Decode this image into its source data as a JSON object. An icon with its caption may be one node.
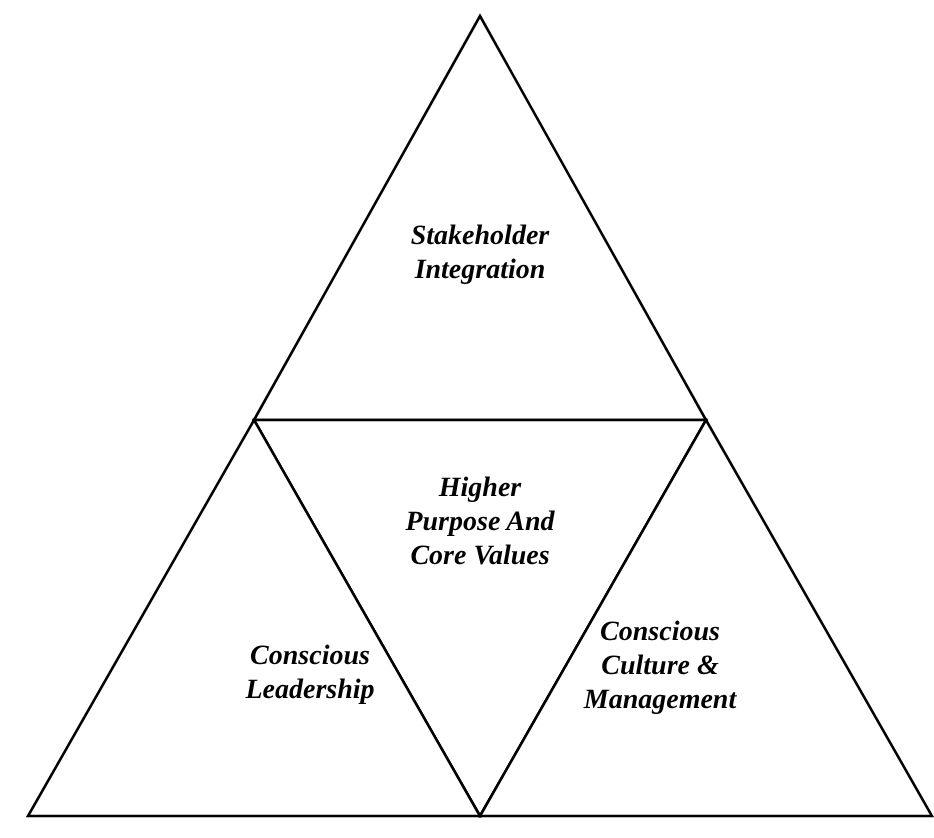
{
  "diagram": {
    "nodes": [
      {
        "text": [
          "Stakeholder Integration"
        ]
      },
      {
        "text": [
          "Higher Purpose And Core Values"
        ]
      },
      {
        "text": [
          "Conscious Leadership"
        ]
      },
      {
        "text": [
          "Conscious Culture & Management"
        ]
      }
    ]
  }
}
